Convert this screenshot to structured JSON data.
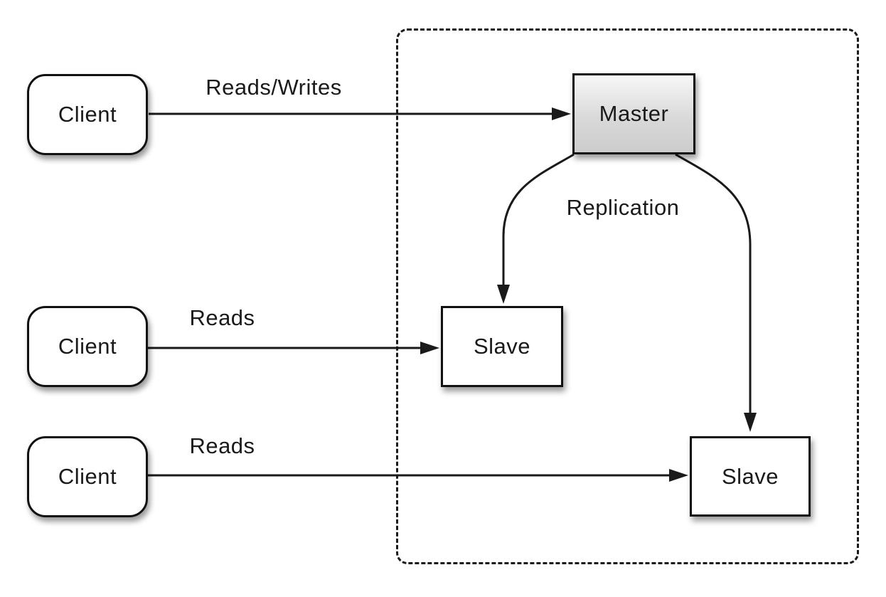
{
  "diagram": {
    "type": "topology-diagram",
    "nodes": [
      {
        "id": "client-1",
        "label": "Client",
        "shape": "rounded-rect"
      },
      {
        "id": "client-2",
        "label": "Client",
        "shape": "rounded-rect"
      },
      {
        "id": "client-3",
        "label": "Client",
        "shape": "rounded-rect"
      },
      {
        "id": "master",
        "label": "Master",
        "shape": "rect-gradient"
      },
      {
        "id": "slave-1",
        "label": "Slave",
        "shape": "rect"
      },
      {
        "id": "slave-2",
        "label": "Slave",
        "shape": "rect"
      }
    ],
    "edges": [
      {
        "from": "client-1",
        "to": "master",
        "label": "Reads/Writes",
        "style": "straight-arrow"
      },
      {
        "from": "client-2",
        "to": "slave-1",
        "label": "Reads",
        "style": "straight-arrow"
      },
      {
        "from": "client-3",
        "to": "slave-2",
        "label": "Reads",
        "style": "straight-arrow"
      },
      {
        "from": "master",
        "to": "slave-1",
        "label": "Replication",
        "style": "curved-arrow"
      },
      {
        "from": "master",
        "to": "slave-2",
        "label": "",
        "style": "curved-arrow"
      }
    ],
    "group": {
      "contains": [
        "master",
        "slave-1",
        "slave-2"
      ],
      "border_style": "dashed"
    },
    "colors": {
      "background": "#ffffff",
      "line": "#1a1a1a",
      "node_fill": "#ffffff",
      "master_gradient_top": "#f7f7f7",
      "master_gradient_bottom": "#cccccc",
      "text": "#1a1a1a"
    }
  }
}
